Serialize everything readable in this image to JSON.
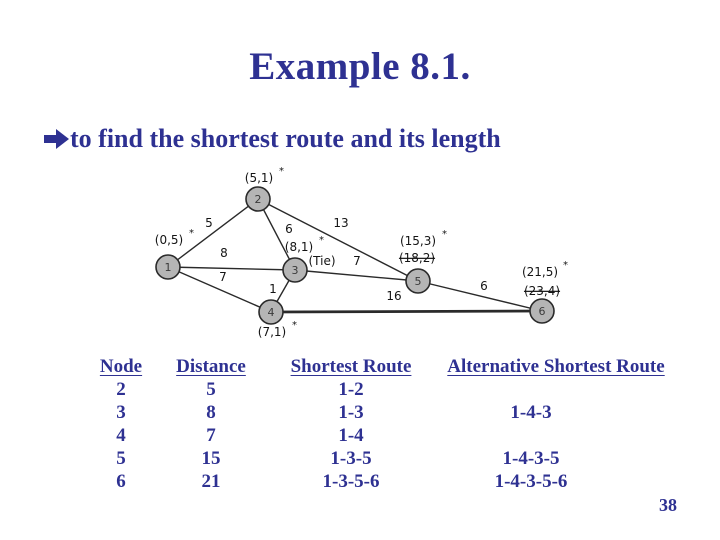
{
  "slide": {
    "title": "Example 8.1.",
    "bullet": {
      "icon": "right-arrow",
      "text": "to find the shortest route and its length"
    },
    "page_number": "38"
  },
  "graph": {
    "type": "undirected weighted network",
    "star_symbol": "*",
    "nodes": [
      {
        "id": "1",
        "state_label": "(0,5)",
        "starred": true
      },
      {
        "id": "2",
        "state_label": "(5,1)",
        "starred": true
      },
      {
        "id": "3",
        "state_label": "(8,1)",
        "starred": true,
        "note": "(Tie)"
      },
      {
        "id": "4",
        "state_label": "(7,1)",
        "starred": true
      },
      {
        "id": "5",
        "state_label": "(15,3)",
        "starred": true,
        "crossed": "(18,2)"
      },
      {
        "id": "6",
        "state_label": "(21,5)",
        "starred": true,
        "crossed": "(23,4)"
      }
    ],
    "edges": [
      {
        "from": "1",
        "to": "2",
        "weight": "5"
      },
      {
        "from": "1",
        "to": "3",
        "weight": "8"
      },
      {
        "from": "1",
        "to": "4",
        "weight": "7"
      },
      {
        "from": "2",
        "to": "3",
        "weight": "6"
      },
      {
        "from": "2",
        "to": "5",
        "weight": "13"
      },
      {
        "from": "3",
        "to": "4",
        "weight": "1"
      },
      {
        "from": "3",
        "to": "5",
        "weight": "7"
      },
      {
        "from": "4",
        "to": "6",
        "weight": "16",
        "thick": true
      },
      {
        "from": "5",
        "to": "6",
        "weight": "6"
      }
    ]
  },
  "table": {
    "headers": [
      "Node",
      "Distance",
      "Shortest Route",
      "Alternative Shortest Route"
    ],
    "rows": [
      [
        "2",
        "5",
        "1-2",
        ""
      ],
      [
        "3",
        "8",
        "1-3",
        "1-4-3"
      ],
      [
        "4",
        "7",
        "1-4",
        ""
      ],
      [
        "5",
        "15",
        "1-3-5",
        "1-4-3-5"
      ],
      [
        "6",
        "21",
        "1-3-5-6",
        "1-4-3-5-6"
      ]
    ]
  },
  "colors": {
    "text_navy": "#2e3192",
    "node_fill": "#b5b5b5",
    "diagram_ink": "#2a2a2a"
  }
}
